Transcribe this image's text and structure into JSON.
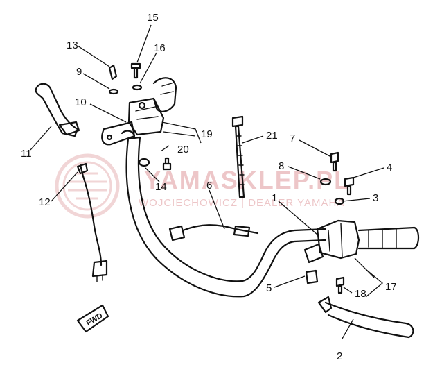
{
  "watermark": {
    "brand": "YAMASKLEP.PL",
    "sub": "WOJCIECHOWICZ | DEALER YAMAHA",
    "color": "#e7b4b6"
  },
  "fwd_badge": "FWD",
  "callouts": {
    "c1": "1",
    "c2": "2",
    "c3": "3",
    "c4": "4",
    "c5": "5",
    "c6": "6",
    "c7": "7",
    "c8": "8",
    "c9": "9",
    "c10": "10",
    "c11": "11",
    "c12": "12",
    "c13": "13",
    "c14": "14",
    "c15": "15",
    "c16": "16",
    "c17": "17",
    "c18": "18",
    "c19": "19",
    "c20": "20",
    "c21": "21"
  }
}
